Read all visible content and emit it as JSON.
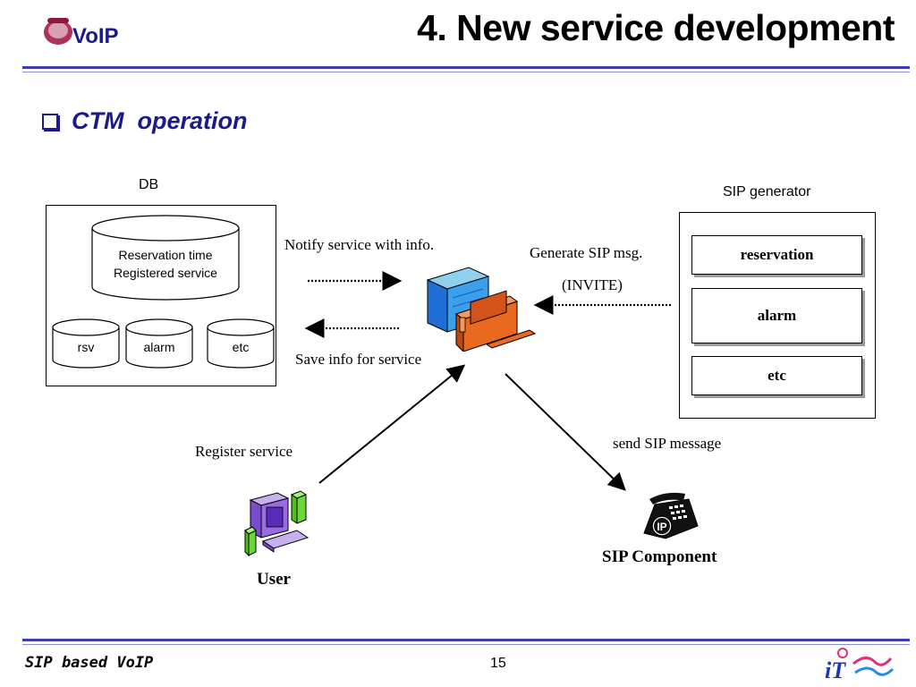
{
  "header": {
    "logo_text": "VoIP",
    "title": "4. New service development"
  },
  "section": {
    "heading": "CTM  operation"
  },
  "db": {
    "label": "DB",
    "main_cylinder": [
      "Reservation time",
      "Registered service"
    ],
    "small_cylinders": [
      "rsv",
      "alarm",
      "etc"
    ]
  },
  "sip_generator": {
    "label": "SIP generator",
    "items": [
      "reservation",
      "alarm",
      "etc"
    ]
  },
  "annotations": {
    "notify": "Notify service with info.",
    "save": "Save info for service",
    "generate_line1": "Generate SIP msg.",
    "generate_line2": "(INVITE)",
    "register": "Register service",
    "send": "send SIP message"
  },
  "nodes": {
    "user": "User",
    "sip_component": "SIP Component",
    "ip_badge": "IP"
  },
  "footer": {
    "left": "SIP based VoIP",
    "page": "15",
    "logo_text": "iT"
  },
  "colors": {
    "rule": "#3d3fb0",
    "heading": "#1a1a8c"
  }
}
